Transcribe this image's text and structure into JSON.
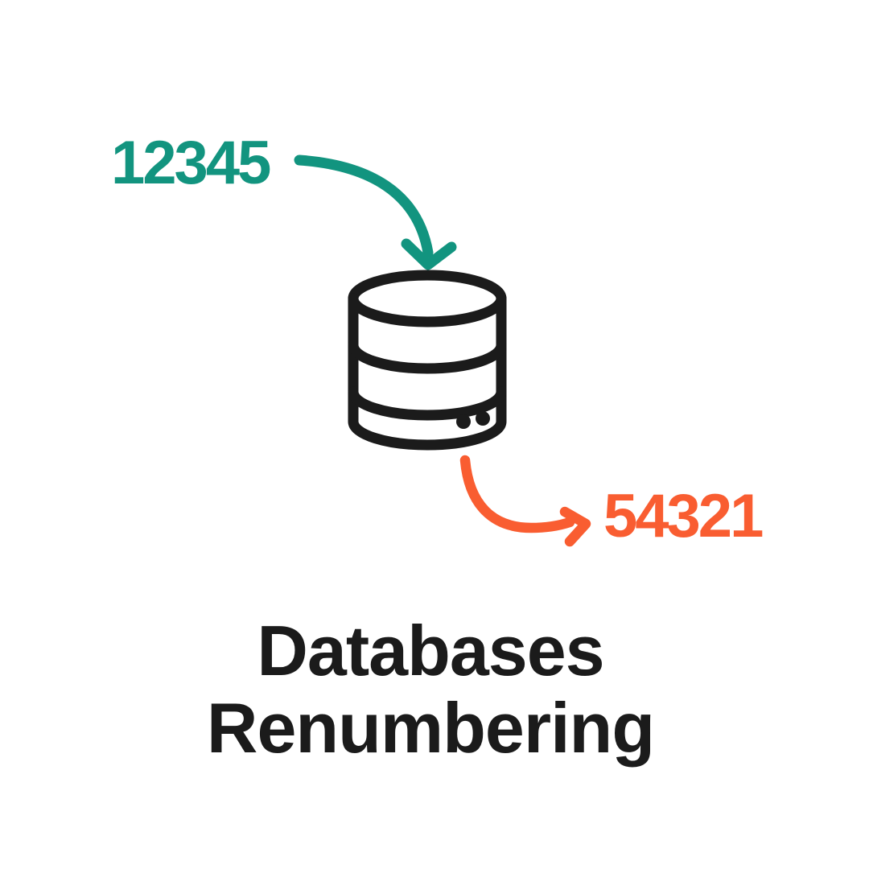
{
  "background": "#ffffff",
  "colors": {
    "teal": "#12947F",
    "orange": "#F95D31",
    "ink": "#1B1B1B"
  },
  "source_number": "12345",
  "target_number": "54321",
  "title": {
    "line1": "Databases",
    "line2": "Renumbering"
  },
  "icons": {
    "flow_in": "curved-arrow-down",
    "database": "database-cylinder",
    "flow_out": "curved-arrow-right"
  }
}
